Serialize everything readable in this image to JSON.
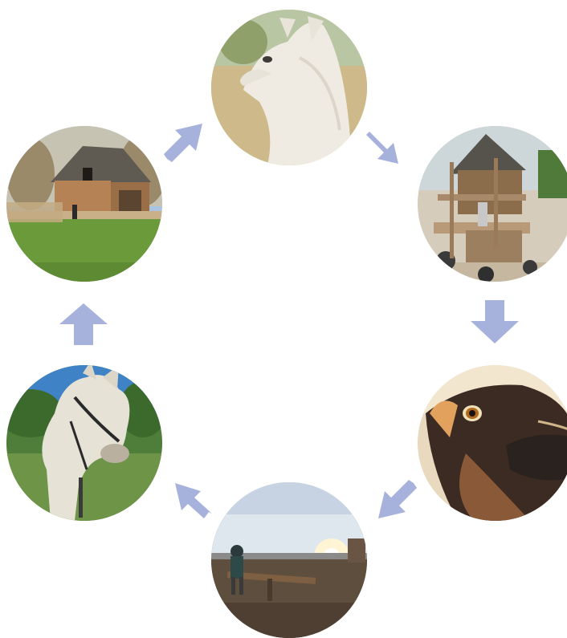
{
  "diagram": {
    "type": "cycle",
    "nodes": [
      {
        "id": "alpaca",
        "icon": "alpaca-photo"
      },
      {
        "id": "playground-hut",
        "icon": "playground-photo"
      },
      {
        "id": "goat",
        "icon": "goat-photo"
      },
      {
        "id": "seesaw-sunset",
        "icon": "seesaw-photo"
      },
      {
        "id": "donkey",
        "icon": "donkey-photo"
      },
      {
        "id": "barn",
        "icon": "barn-photo"
      }
    ],
    "edges": [
      {
        "from": "alpaca",
        "to": "playground-hut"
      },
      {
        "from": "playground-hut",
        "to": "goat"
      },
      {
        "from": "goat",
        "to": "seesaw-sunset"
      },
      {
        "from": "seesaw-sunset",
        "to": "donkey"
      },
      {
        "from": "donkey",
        "to": "barn"
      },
      {
        "from": "barn",
        "to": "alpaca"
      }
    ],
    "colors": {
      "arrow": "#a7b2dc",
      "background": "#ffffff"
    }
  }
}
